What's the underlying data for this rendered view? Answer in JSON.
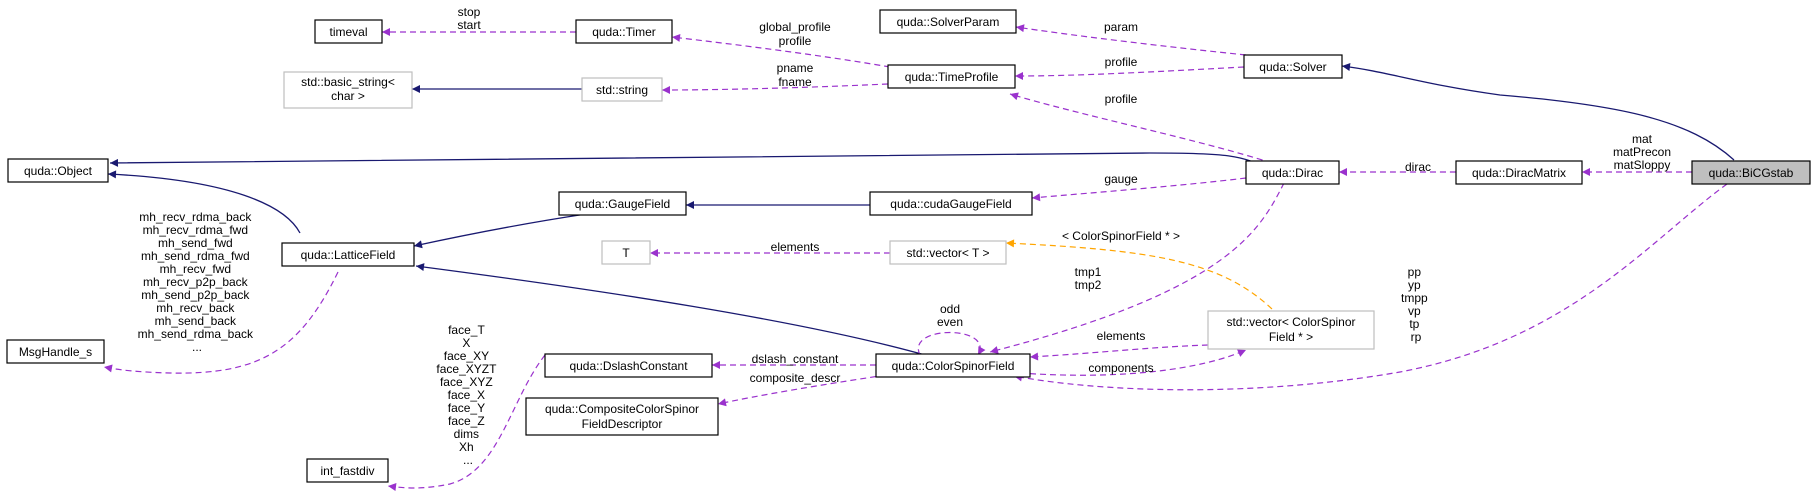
{
  "nodes": {
    "timeval": "timeval",
    "timer": "quda::Timer",
    "solver_param": "quda::SolverParam",
    "solver": "quda::Solver",
    "basic_string_l1": "std::basic_string<",
    "basic_string_l2": "char >",
    "string": "std::string",
    "time_profile": "quda::TimeProfile",
    "object": "quda::Object",
    "dirac": "quda::Dirac",
    "dirac_matrix": "quda::DiracMatrix",
    "bicgstab": "quda::BiCGstab",
    "gauge_field": "quda::GaugeField",
    "cuda_gauge_field": "quda::cudaGaugeField",
    "lattice_field": "quda::LatticeField",
    "T": "T",
    "vector_T": "std::vector< T >",
    "msg_handle": "MsgHandle_s",
    "vector_csf_l1": "std::vector< ColorSpinor",
    "vector_csf_l2": "Field * >",
    "dslash_constant": "quda::DslashConstant",
    "color_spinor_field": "quda::ColorSpinorField",
    "composite_l1": "quda::CompositeColorSpinor",
    "composite_l2": "FieldDescriptor",
    "int_fastdiv": "int_fastdiv"
  },
  "edge_labels": {
    "timer_timeval": [
      "stop",
      "start"
    ],
    "tp_timer": [
      "global_profile",
      "profile"
    ],
    "solver_param": "param",
    "solver_profile": "profile",
    "tp_string": [
      "pname",
      "fname"
    ],
    "dirac_profile": "profile",
    "dm_dirac": "dirac",
    "bicg_dm": [
      "mat",
      "matPrecon",
      "matSloppy"
    ],
    "dirac_gauge": "gauge",
    "vectorT_T": "elements",
    "template_arg": "< ColorSpinorField * >",
    "dirac_tmp": [
      "tmp1",
      "tmp2"
    ],
    "lattice_msg": [
      "mh_recv_rdma_back",
      "mh_recv_rdma_fwd",
      "mh_send_fwd",
      "mh_send_rdma_fwd",
      "mh_recv_fwd",
      "mh_recv_p2p_back",
      "mh_send_p2p_back",
      "mh_recv_back",
      "mh_send_back",
      "mh_send_rdma_back",
      "..."
    ],
    "dslash_fastdiv": [
      "face_T",
      "X",
      "face_XY",
      "face_XYZT",
      "face_XYZ",
      "face_X",
      "face_Y",
      "face_Z",
      "dims",
      "Xh",
      "..."
    ],
    "csf_self": [
      "odd",
      "even"
    ],
    "vec_csf_elements": "elements",
    "csf_components": "components",
    "csf_dslash": "dslash_constant",
    "csf_composite": "composite_descr",
    "bicg_csf": [
      "pp",
      "yp",
      "tmpp",
      "vp",
      "tp",
      "rp"
    ]
  },
  "colors": {
    "inheritance": "#191970",
    "usage": "#9a32cd",
    "template": "#ffa500",
    "focus_fill": "#bfbfbf",
    "undocumented_border": "#bfbfbf"
  }
}
